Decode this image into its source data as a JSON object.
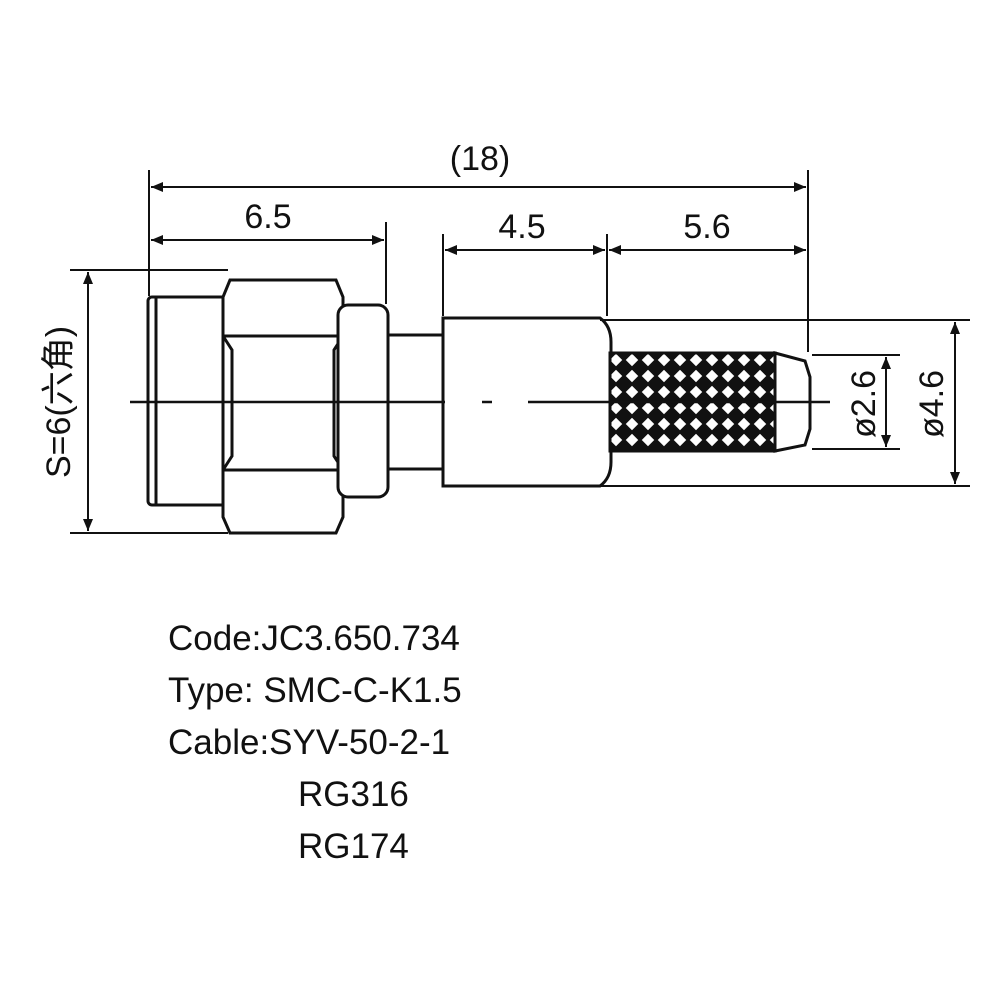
{
  "dimensions": {
    "overall_length": "(18)",
    "nut_length": "6.5",
    "ferrule_length": "4.5",
    "crimp_length": "5.6",
    "hex_size": "S=6(六角)",
    "inner_diameter": "ø2.6",
    "outer_diameter": "ø4.6"
  },
  "specs": {
    "code": "Code:JC3.650.734",
    "type": "Type: SMC-C-K1.5",
    "cable": "Cable:SYV-50-2-1",
    "cable_alt_1": "RG316",
    "cable_alt_2": "RG174"
  },
  "colors": {
    "stroke": "#111111",
    "background": "#ffffff"
  }
}
